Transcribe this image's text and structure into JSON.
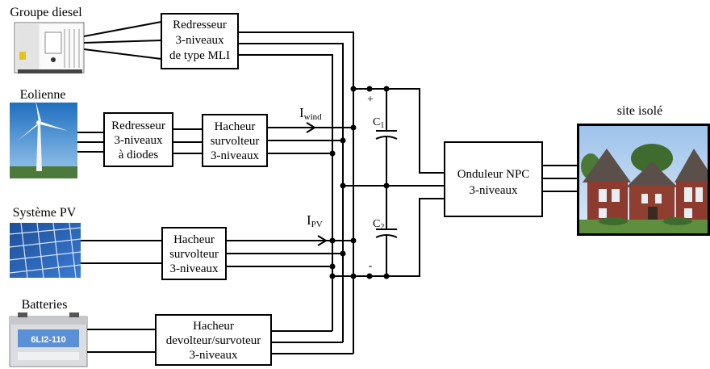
{
  "sources": {
    "diesel": {
      "label": "Groupe diesel"
    },
    "wind": {
      "label": "Eolienne"
    },
    "pv": {
      "label": "Système PV"
    },
    "battery": {
      "label": "Batteries",
      "panel_text": "6LI2-110"
    }
  },
  "converters": {
    "rect_mli": {
      "lines": [
        "Redresseur",
        "3-niveaux",
        "de type MLI"
      ]
    },
    "rect_diodes": {
      "lines": [
        "Redresseur",
        "3-niveaux",
        "à diodes"
      ]
    },
    "boost_wind": {
      "lines": [
        "Hacheur",
        "survolteur",
        "3-niveaux"
      ]
    },
    "boost_pv": {
      "lines": [
        "Hacheur",
        "survolteur",
        "3-niveaux"
      ]
    },
    "buck_boost": {
      "lines": [
        "Hacheur",
        "devolteur/survoteur",
        "3-niveaux"
      ]
    },
    "inverter": {
      "lines": [
        "Onduleur NPC",
        "3-niveaux"
      ]
    }
  },
  "dc_bus": {
    "c1": {
      "main": "C",
      "sub": "1"
    },
    "c2": {
      "main": "C",
      "sub": "2"
    },
    "plus": "+",
    "minus": "-"
  },
  "currents": {
    "i_wind": {
      "main": "I",
      "sub": "wind"
    },
    "i_pv": {
      "main": "I",
      "sub": "PV"
    }
  },
  "load": {
    "label": "site isolé"
  }
}
